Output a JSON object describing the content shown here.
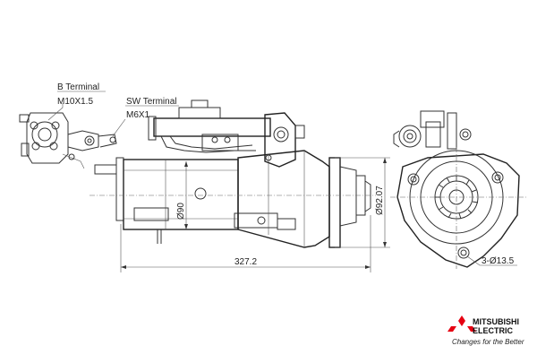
{
  "labels": {
    "b_terminal": "B Terminal",
    "b_terminal_size": "M10X1.5",
    "sw_terminal": "SW Terminal",
    "sw_terminal_size": "M6X1"
  },
  "dimensions": {
    "length": "327.2",
    "diameter_body": "Ø90",
    "diameter_pilot": "Ø92.07",
    "mount_holes": "3-Ø13.5"
  },
  "brand": {
    "name_line1": "MITSUBISHI",
    "name_line2": "ELECTRIC",
    "tagline": "Changes for the Better",
    "logo_color": "#e60012"
  }
}
